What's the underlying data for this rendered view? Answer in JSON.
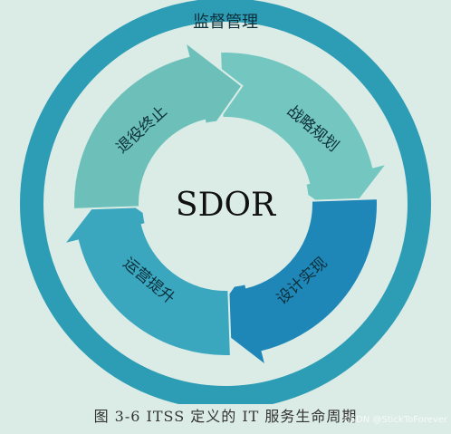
{
  "diagram": {
    "outer_ring_label": "监督管理",
    "center_label": "SDOR",
    "phases": [
      {
        "label": "战略规划"
      },
      {
        "label": "设计实现"
      },
      {
        "label": "运营提升"
      },
      {
        "label": "退役终止"
      }
    ]
  },
  "caption": "图 3-6   ITSS 定义的 IT 服务生命周期",
  "watermark": "CSDN @StickToForever",
  "colors": {
    "background": "#dbece6",
    "outer_ring": "#2d9cb5",
    "outer_ring_inner_band": "#dbece6",
    "phase_strategy": "#74c7c1",
    "phase_design": "#1f87b8",
    "phase_operation": "#3aa7bf",
    "phase_retire": "#6cc0b9",
    "center_text": "#111111"
  }
}
